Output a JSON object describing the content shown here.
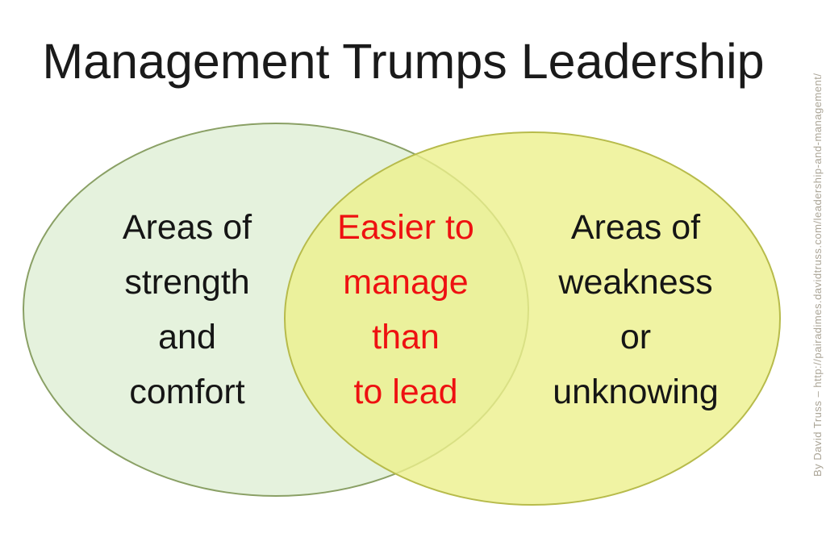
{
  "title": "Management Trumps Leadership",
  "venn": {
    "text_color": "#151515",
    "left": {
      "lines": [
        "Areas of",
        "strength",
        "and",
        "comfort"
      ],
      "fill": "#e1f0d7d9",
      "stroke": "#8aa065"
    },
    "overlap": {
      "lines": [
        "Easier to",
        "manage",
        "than",
        "to lead"
      ],
      "text_color": "#ee1111"
    },
    "right": {
      "lines": [
        "Areas of",
        "weakness",
        "or",
        "unknowing"
      ],
      "fill": "#ecf08ccc",
      "stroke": "#b7bb4b"
    }
  },
  "watermark": "By David Truss – http://pairadimes.davidtruss.com/leadership-and-management/"
}
